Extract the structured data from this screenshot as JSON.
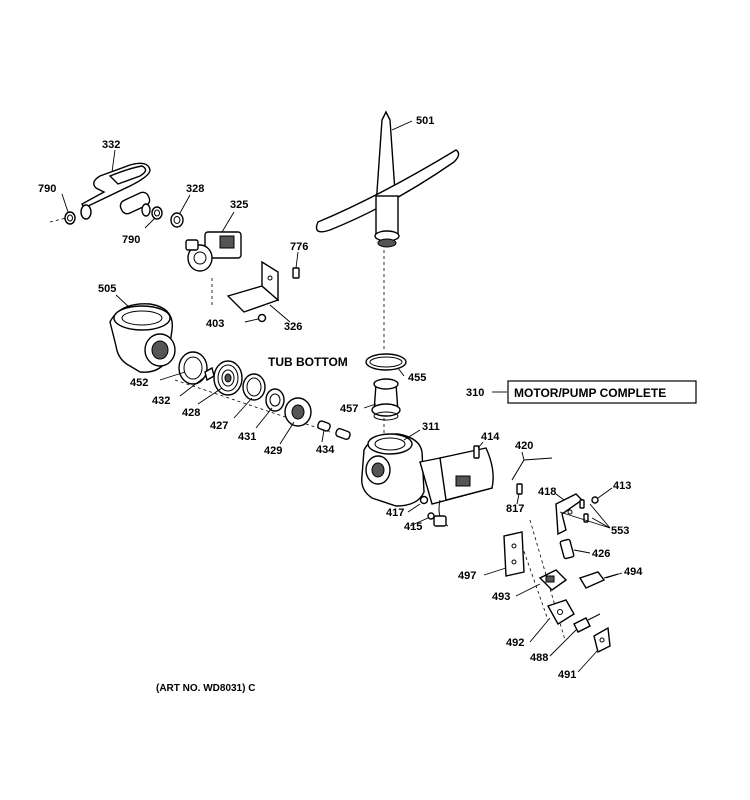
{
  "labels": {
    "p332": "332",
    "p790a": "790",
    "p790b": "790",
    "p328": "328",
    "p325": "325",
    "p776": "776",
    "p403": "403",
    "p326": "326",
    "p505": "505",
    "p501": "501",
    "p452": "452",
    "p432": "432",
    "p428": "428",
    "p427": "427",
    "p431": "431",
    "p429": "429",
    "p434": "434",
    "p455": "455",
    "p457": "457",
    "p311": "311",
    "p414": "414",
    "p420": "420",
    "p418": "418",
    "p413": "413",
    "p417": "417",
    "p415": "415",
    "p817": "817",
    "p553": "553",
    "p426": "426",
    "p497": "497",
    "p494": "494",
    "p493": "493",
    "p492": "492",
    "p488": "488",
    "p491": "491",
    "p310": "310"
  },
  "tub_bottom": "TUB BOTTOM",
  "motor_pump": "MOTOR/PUMP COMPLETE",
  "art_no": "(ART NO. WD8031) C"
}
